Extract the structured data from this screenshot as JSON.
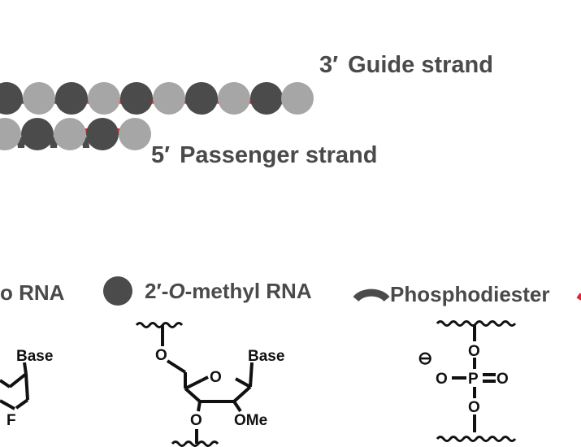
{
  "strands": {
    "guide": {
      "prime": "3′",
      "label": "Guide strand"
    },
    "passenger": {
      "prime": "5′",
      "label": "Passenger strand"
    }
  },
  "legend": {
    "fluoro": {
      "label": "o RNA"
    },
    "methyl": {
      "prime_part": "2′-",
      "italic_part": "O",
      "rest_part": "-methyl RNA"
    },
    "phosphodiester": {
      "label": "Phosphodiester"
    }
  },
  "structures": {
    "fluoro": {
      "base": "Base",
      "substituent": "F"
    },
    "methyl": {
      "base": "Base",
      "ring_o": "O",
      "o5": "O",
      "o3": "O",
      "substituent": "OMe"
    },
    "phosphate": {
      "charge": "⊖",
      "o_top": "O",
      "o_left": "O",
      "p": "P",
      "o_right": "O",
      "o_bottom": "O"
    }
  },
  "colors": {
    "dark_nucleotide": "#4b4b4b",
    "light_nucleotide": "#a6a6a6",
    "red_linkage": "#e3242b",
    "dark_linkage": "#4b4b4b",
    "text": "#4a4a4a"
  }
}
